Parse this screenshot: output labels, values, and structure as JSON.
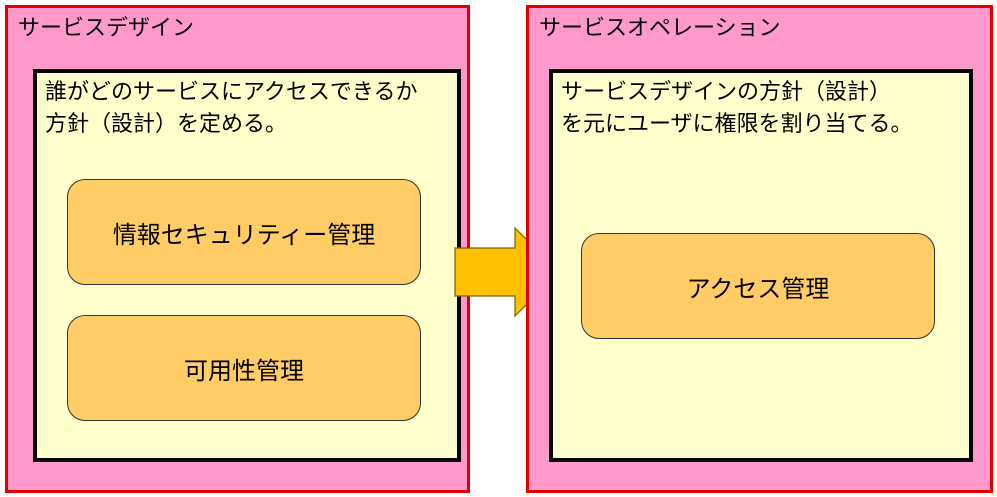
{
  "left_panel": {
    "title": "サービスデザイン",
    "description_line1": "誰がどのサービスにアクセスできるか",
    "description_line2": "方針（設計）を定める。",
    "items": [
      {
        "label": "情報セキュリティー管理"
      },
      {
        "label": "可用性管理"
      }
    ]
  },
  "right_panel": {
    "title": "サービスオペレーション",
    "description_line1": "サービスデザインの方針（設計）",
    "description_line2": "を元にユーザに権限を割り当てる。",
    "items": [
      {
        "label": "アクセス管理"
      }
    ]
  },
  "colors": {
    "outer_fill": "#ff99cc",
    "outer_border": "#e00000",
    "inner_fill": "#ffffcc",
    "pill_fill": "#ffcc66",
    "arrow_fill": "#ffc000"
  }
}
